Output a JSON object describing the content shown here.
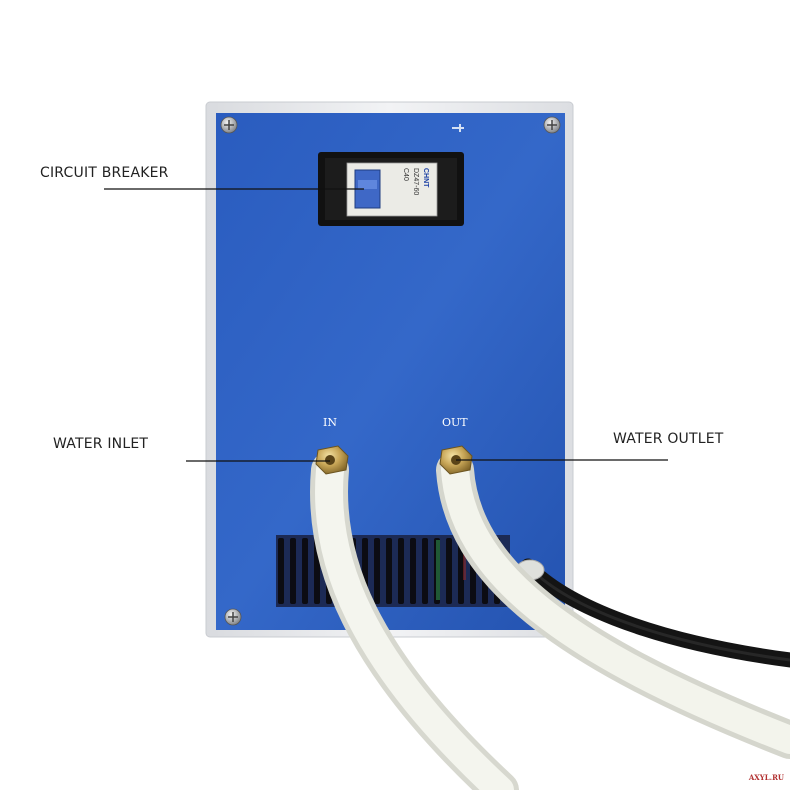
{
  "callouts": {
    "circuit_breaker": "CIRCUIT BREAKER",
    "water_inlet": "WATER INLET",
    "water_outlet": "WATER OUTLET"
  },
  "panel": {
    "port_in_label": "IN",
    "port_out_label": "OUT",
    "breaker_brand": "CHNT",
    "breaker_model": "DZ47-60",
    "breaker_rating": "C40"
  },
  "watermark": "AXYL.RU",
  "colors": {
    "panel_blue": "#2f63c4",
    "housing": "#e9ebee",
    "tube": "#f1f2ea",
    "brass": "#c7a556",
    "cable": "#151515"
  },
  "icons": [
    "screw-icon",
    "circuit-breaker-switch-icon",
    "brass-fitting-icon"
  ]
}
